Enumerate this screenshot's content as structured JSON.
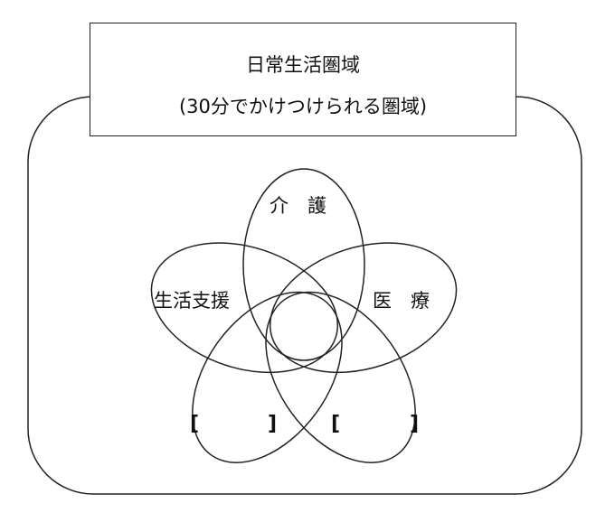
{
  "header": {
    "title": "日常生活圏域",
    "subtitle": "(30分でかけつけられる圏域)"
  },
  "petals": {
    "top": "介　護",
    "left": "生活支援",
    "right": "医　療",
    "bottom_left_open": "[",
    "bottom_left_close": "]",
    "bottom_right_open": "[",
    "bottom_right_close": "]"
  }
}
